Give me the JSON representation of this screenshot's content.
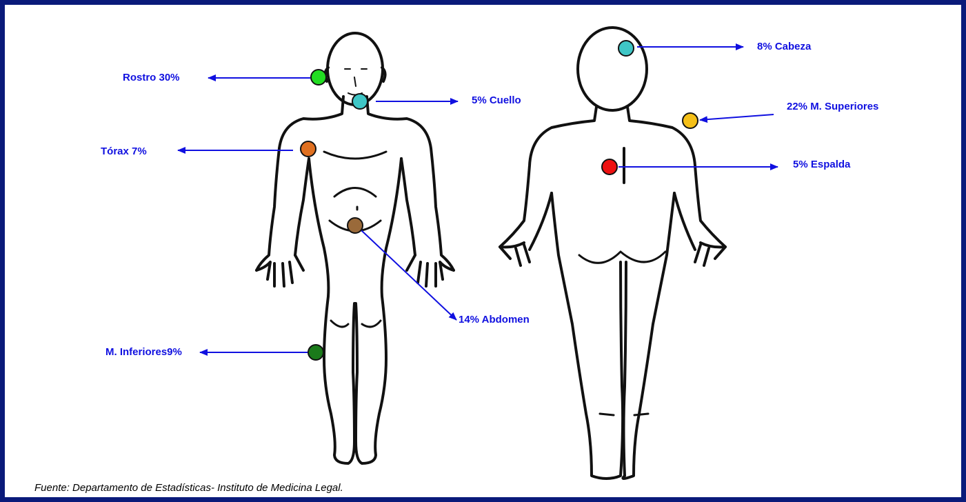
{
  "labels": {
    "rostro": "Rostro 30%",
    "cuello": "5% Cuello",
    "torax": "Tórax 7%",
    "abdomen": "14% Abdomen",
    "inferiores": "M. Inferiores9%",
    "cabeza": "8% Cabeza",
    "superiores": "22%  M. Superiores",
    "espalda": "5%  Espalda"
  },
  "markers": {
    "rostro": {
      "color": "#22dd22"
    },
    "cuello": {
      "color": "#3fc6c6"
    },
    "torax": {
      "color": "#e07020"
    },
    "abdomen": {
      "color": "#9a6a3a"
    },
    "inferiores": {
      "color": "#1a7a1a"
    },
    "cabeza": {
      "color": "#3fc6c6"
    },
    "superiores": {
      "color": "#f5c018"
    },
    "espalda": {
      "color": "#ee1111"
    }
  },
  "colors": {
    "arrow": "#1010e0",
    "frame": "#0a1a7a"
  },
  "source": "Fuente: Departamento de Estadísticas- Instituto de Medicina Legal."
}
